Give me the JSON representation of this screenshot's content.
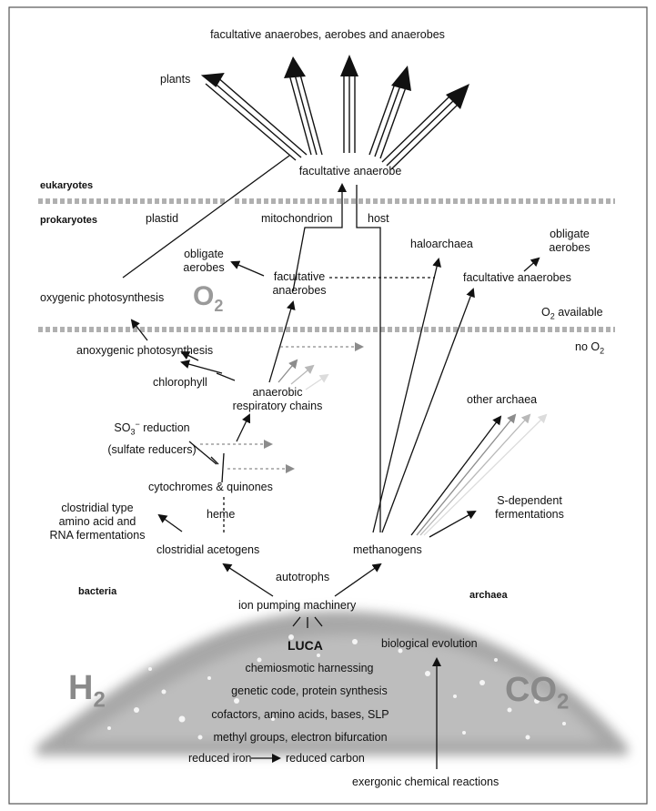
{
  "top": {
    "title": "facultative anaerobes, aerobes and anaerobes",
    "plants": "plants",
    "facultative_anaerobe": "facultative anaerobe"
  },
  "domains": {
    "eukaryotes": "eukaryotes",
    "prokaryotes": "prokaryotes",
    "bacteria": "bacteria",
    "archaea": "archaea"
  },
  "organelles": {
    "plastid": "plastid",
    "mitochondrion": "mitochondrion",
    "host": "host"
  },
  "middle": {
    "obligate_aerobes_left_1": "obligate",
    "obligate_aerobes_left_2": "aerobes",
    "facultative_anaerobes_mid_1": "facultative",
    "facultative_anaerobes_mid_2": "anaerobes",
    "haloarchaea": "haloarchaea",
    "obligate_aerobes_right_1": "obligate",
    "obligate_aerobes_right_2": "aerobes",
    "facultative_anaerobes_right": "facultative anaerobes",
    "oxygenic_photosynthesis": "oxygenic photosynthesis",
    "o2_big": "O",
    "o2_big_sub": "2",
    "o2_available": "O",
    "o2_available_sub": "2",
    "o2_available_tail": " available",
    "no_o2": "no O",
    "no_o2_sub": "2"
  },
  "lower": {
    "anoxygenic_photosynthesis": "anoxygenic photosynthesis",
    "chlorophyll": "chlorophyll",
    "anaerobic_1": "anaerobic",
    "anaerobic_2": "respiratory chains",
    "so3_1": "SO",
    "so3_sub": "3",
    "so3_sup": "−",
    "so3_2": " reduction",
    "sulfate_reducers": "(sulfate reducers)",
    "cytochromes": "cytochromes & quinones",
    "heme": "heme",
    "clostridial_type_1": "clostridial type",
    "clostridial_type_2": "amino acid and",
    "clostridial_type_3": "RNA fermentations",
    "clostridial_acetogens": "clostridial acetogens",
    "methanogens": "methanogens",
    "other_archaea": "other archaea",
    "s_dependent_1": "S-dependent",
    "s_dependent_2": "fermentations",
    "autotrophs": "autotrophs",
    "ion_pumping": "ion pumping machinery"
  },
  "base": {
    "luca": "LUCA",
    "biological_evolution": "biological evolution",
    "chemiosmotic": "chemiosmotic harnessing",
    "genetic_code": "genetic code, protein synthesis",
    "cofactors": "cofactors, amino acids, bases, SLP",
    "methyl": "methyl groups, electron bifurcation",
    "reduced_iron": "reduced iron",
    "reduced_carbon": "reduced carbon",
    "exergonic": "exergonic chemical reactions",
    "h2": "H",
    "h2_sub": "2",
    "co2": "CO",
    "co2_sub": "2"
  },
  "colors": {
    "dash_line": "#b0b0b0",
    "mound": "#9a9a9a",
    "arrow": "#111111",
    "arrow_gray1": "#8c8c8c",
    "arrow_gray2": "#b8b8b8",
    "arrow_gray3": "#dcdcdc"
  }
}
